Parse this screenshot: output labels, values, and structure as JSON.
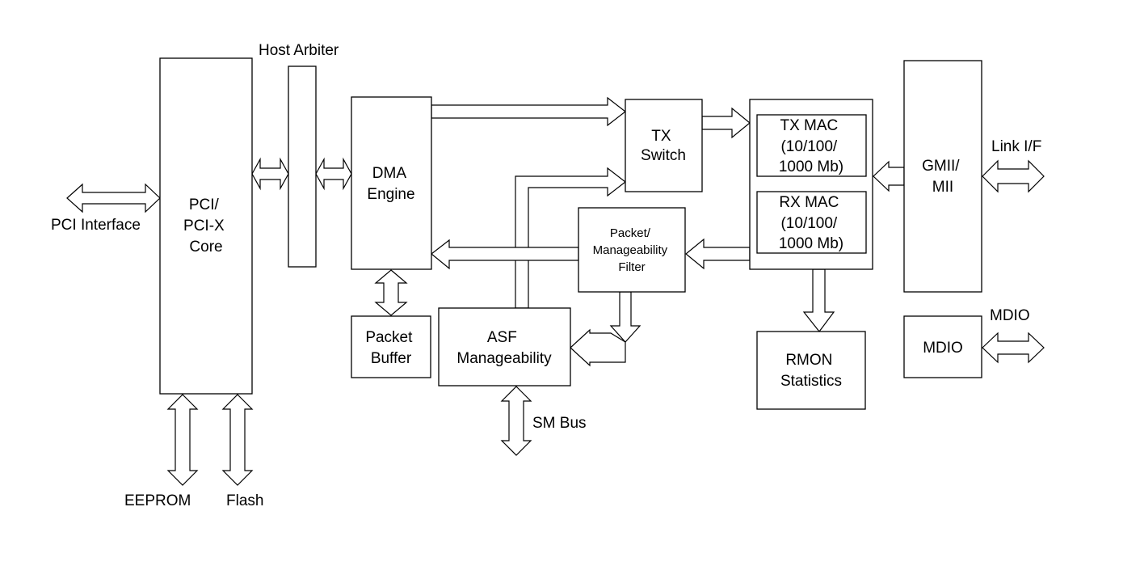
{
  "blocks": {
    "pci_core": [
      "PCI/",
      "PCI-X",
      "Core"
    ],
    "dma_engine": [
      "DMA",
      "Engine"
    ],
    "packet_buffer": [
      "Packet",
      "Buffer"
    ],
    "asf": [
      "ASF",
      "Manageability"
    ],
    "tx_switch": [
      "TX",
      "Switch"
    ],
    "pkt_filter": [
      "Packet/",
      "Manageability",
      "Filter"
    ],
    "tx_mac": [
      "TX MAC",
      "(10/100/",
      "1000 Mb)"
    ],
    "rx_mac": [
      "RX MAC",
      "(10/100/",
      "1000 Mb)"
    ],
    "rmon": [
      "RMON",
      "Statistics"
    ],
    "gmii": [
      "GMII/",
      "MII"
    ],
    "mdio": [
      "MDIO"
    ]
  },
  "labels": {
    "host_arbiter": "Host Arbiter",
    "pci_interface": "PCI Interface",
    "eeprom": "EEPROM",
    "flash": "Flash",
    "sm_bus": "SM Bus",
    "link_if": "Link I/F",
    "mdio_ext": "MDIO"
  }
}
